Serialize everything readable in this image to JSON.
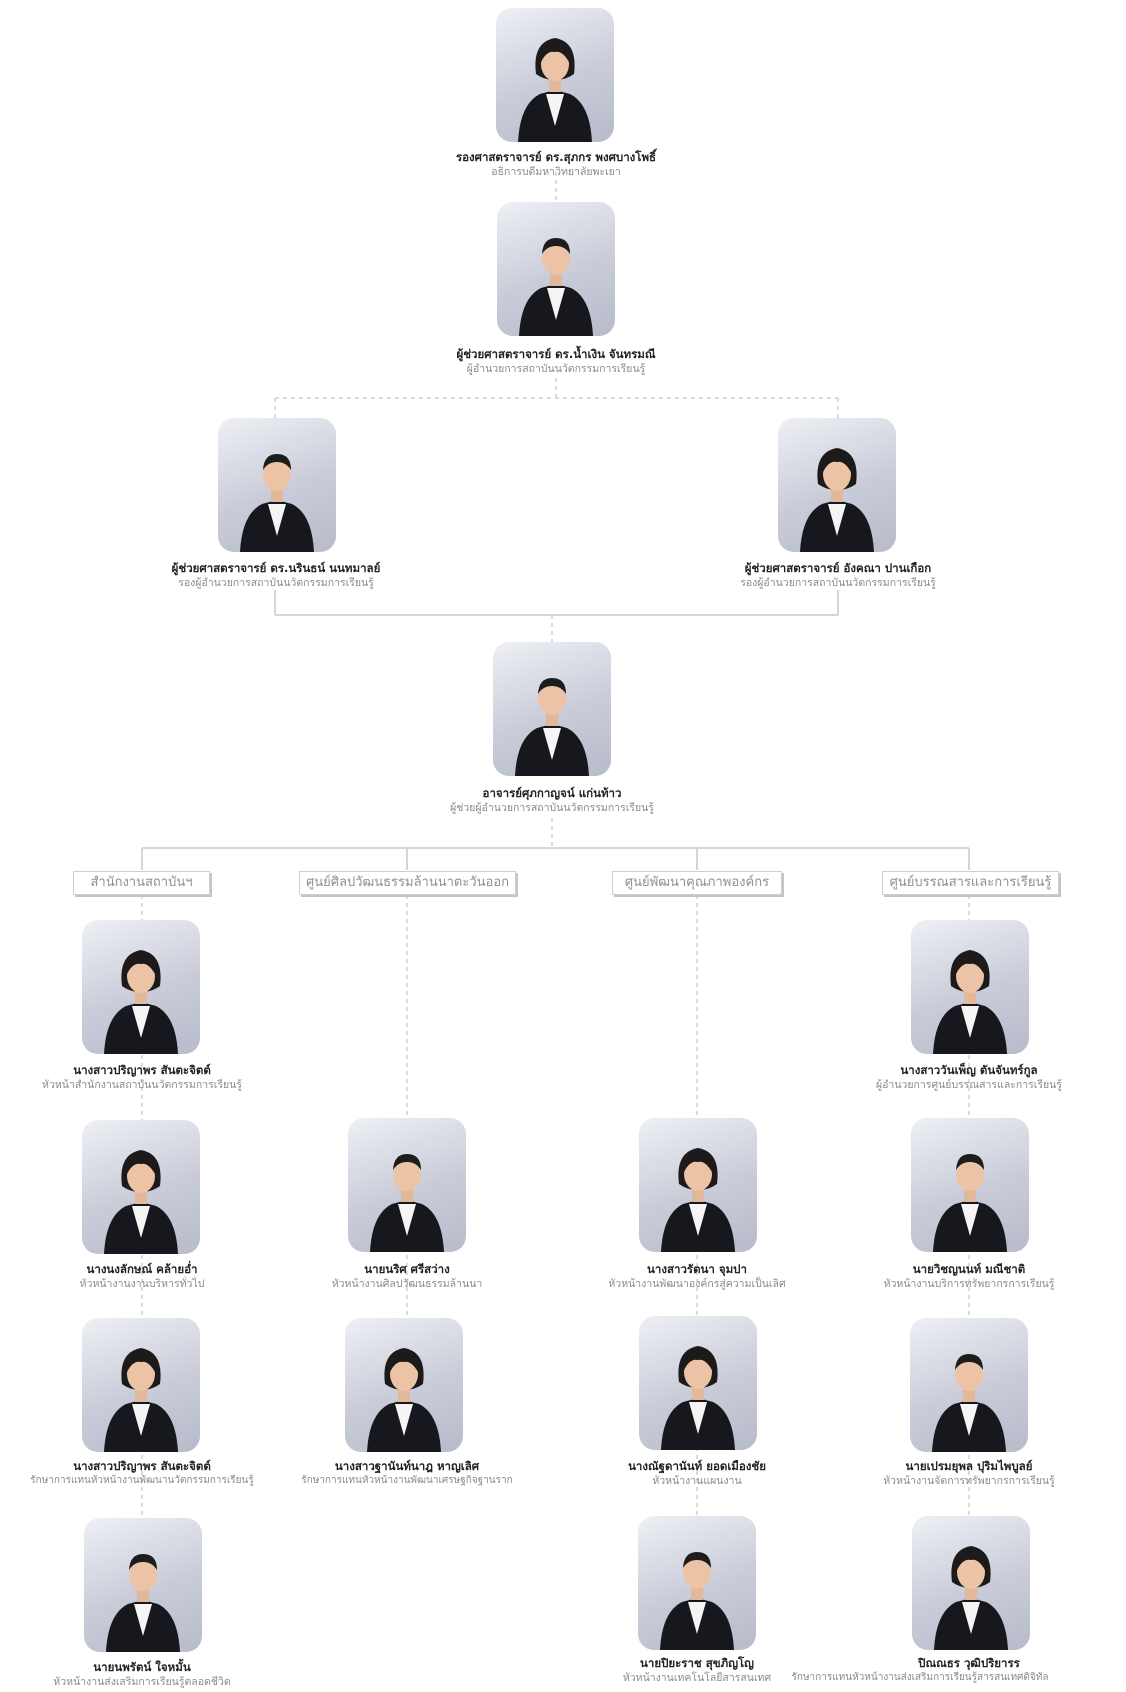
{
  "top": [
    {
      "name": "รองศาสตราจารย์ ดร.สุภกร พงศบางโพธิ์",
      "role": "อธิการบดีมหาวิทยาลัยพะเยา",
      "gender": "f"
    },
    {
      "name": "ผู้ช่วยศาสตราจารย์ ดร.น้ำเงิน จันทรมณี",
      "role": "ผู้อำนวยการสถาบันนวัตกรรมการเรียนรู้",
      "gender": "m"
    }
  ],
  "deputies": [
    {
      "name": "ผู้ช่วยศาสตราจารย์ ดร.นรินธน์ นนทมาลย์",
      "role": "รองผู้อำนวยการสถาบันนวัตกรรมการเรียนรู้",
      "gender": "m"
    },
    {
      "name": "ผู้ช่วยศาสตราจารย์ อังคณา ปานเกือก",
      "role": "รองผู้อำนวยการสถาบันนวัตกรรมการเรียนรู้",
      "gender": "f"
    }
  ],
  "assistant": {
    "name": "อาจารย์ศุภกาญจน์ แก่นท้าว",
    "role": "ผู้ช่วยผู้อำนวยการสถาบันนวัตกรรมการเรียนรู้",
    "gender": "m"
  },
  "departments": [
    {
      "label": "สำนักงานสถาบันฯ",
      "members": [
        {
          "name": "นางสาวปริญาพร สันตะจิตต์",
          "role": "หัวหน้าสำนักงานสถาบันนวัตกรรมการเรียนรู้",
          "gender": "f"
        },
        {
          "name": "นางนงลักษณ์ คล้ายอ่ำ",
          "role": "หัวหน้างานงานบริหารทั่วไป",
          "gender": "f"
        },
        {
          "name": "นางสาวปริญาพร สันตะจิตต์",
          "role": "รักษาการแทนหัวหน้างานพัฒนานวัตกรรมการเรียนรู้",
          "gender": "f"
        },
        {
          "name": "นายนพรัตน์ ใจหมั้น",
          "role": "หัวหน้างานส่งเสริมการเรียนรู้ตลอดชีวิต",
          "gender": "m"
        }
      ]
    },
    {
      "label": "ศูนย์ศิลปวัฒนธรรมล้านนาตะวันออก",
      "members": [
        {
          "name": "นายนริศ ศรีสว่าง",
          "role": "หัวหน้างานศิลปวัฒนธรรมล้านนา",
          "gender": "m"
        },
        {
          "name": "นางสาวฐานันท์นาฎ หาญเลิศ",
          "role": "รักษาการแทนหัวหน้างานพัฒนาเศรษฐกิจฐานราก",
          "gender": "f"
        }
      ]
    },
    {
      "label": "ศูนย์พัฒนาคุณภาพองค์กร",
      "members": [
        {
          "name": "นางสาวรัตนา จุมปา",
          "role": "หัวหน้างานพัฒนาองค์กรสู่ความเป็นเลิศ",
          "gender": "f"
        },
        {
          "name": "นางณัฐดานันท์ ยอดเมืองชัย",
          "role": "หัวหน้างานแผนงาน",
          "gender": "f"
        },
        {
          "name": "นายปิยะราช สุขภิญโญ",
          "role": "หัวหน้างานเทคโนโลยีสารสนเทศ",
          "gender": "m"
        }
      ]
    },
    {
      "label": "ศูนย์บรรณสารและการเรียนรู้",
      "members": [
        {
          "name": "นางสาววันเพ็ญ ตันจันทร์กูล",
          "role": "ผู้อำนวยการศูนย์บรรณสารและการเรียนรู้",
          "gender": "f"
        },
        {
          "name": "นายวิชญนนท์ มณีชาติ",
          "role": "หัวหน้างานบริการทรัพยากรการเรียนรู้",
          "gender": "m"
        },
        {
          "name": "นายเปรมยุพล ปุริมไพบูลย์",
          "role": "หัวหน้างานจัดการทรัพยากรการเรียนรู้",
          "gender": "m"
        },
        {
          "name": "ปิณณธร วุฒิปริยารร",
          "role": "รักษาการแทนหัวหน้างานส่งเสริมการเรียนรู้สารสนเทศดิจิทัล",
          "gender": "f"
        }
      ]
    }
  ]
}
